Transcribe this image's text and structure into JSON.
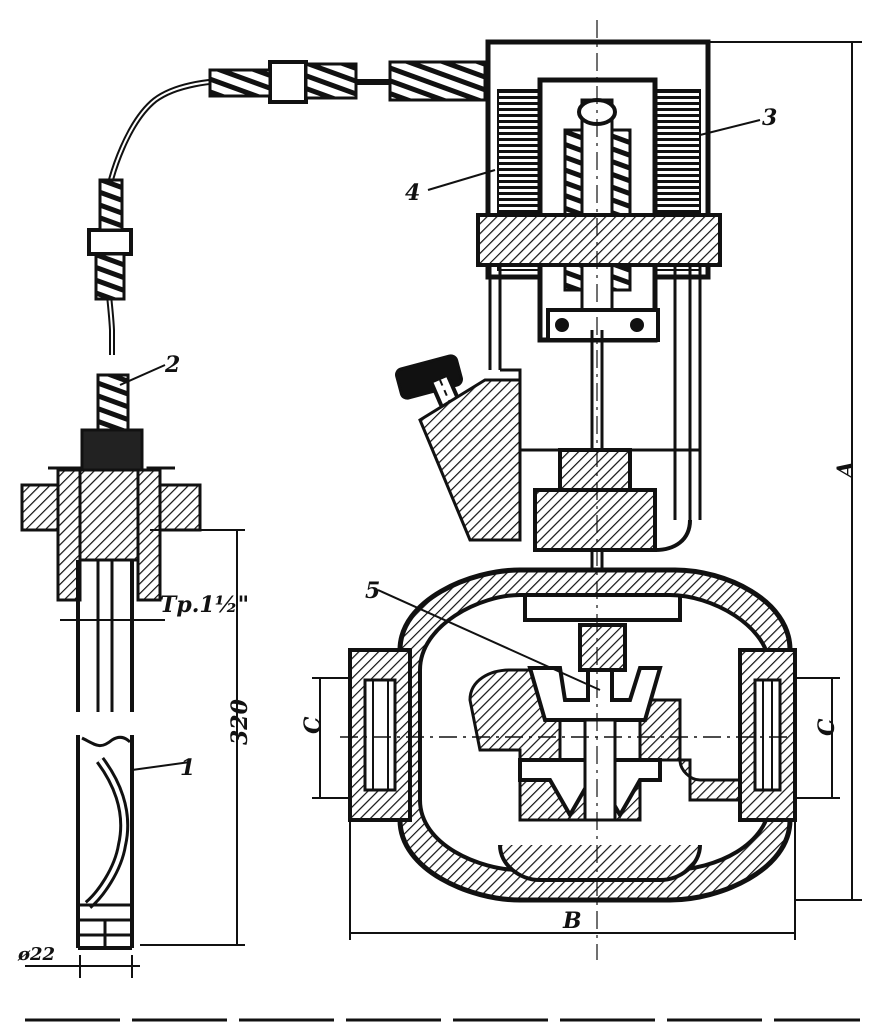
{
  "labels": {
    "part1": "1",
    "part2": "2",
    "part3": "3",
    "part4": "4",
    "part5": "5",
    "dim_320": "320",
    "dim_diameter": "ø22",
    "dim_thread": "Тр.1½\"",
    "dim_A": "A",
    "dim_B": "B",
    "dim_C_left": "C",
    "dim_C_right": "C"
  },
  "colors": {
    "ink": "#111111",
    "paper": "#ffffff"
  }
}
